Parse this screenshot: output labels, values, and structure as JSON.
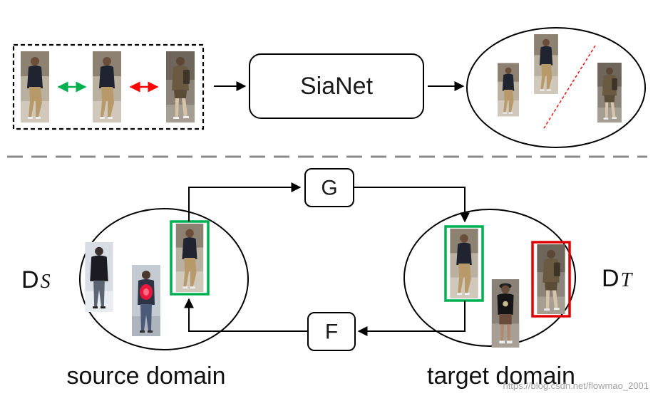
{
  "top_row": {
    "network_label": "SiaNet",
    "pair_colors": {
      "positive": "#00b050",
      "negative": "#ff0000"
    }
  },
  "bottom_row": {
    "generator_label": "G",
    "inverse_generator_label": "F",
    "source": {
      "symbol_main": "D",
      "symbol_sub": "S",
      "caption": "source domain"
    },
    "target": {
      "symbol_main": "D",
      "symbol_sub": "T",
      "caption": "target domain"
    },
    "highlight_colors": {
      "match": "#00b050",
      "mismatch": "#e00000"
    }
  },
  "watermark": "https://blog.csdn.net/flowmao_2001"
}
